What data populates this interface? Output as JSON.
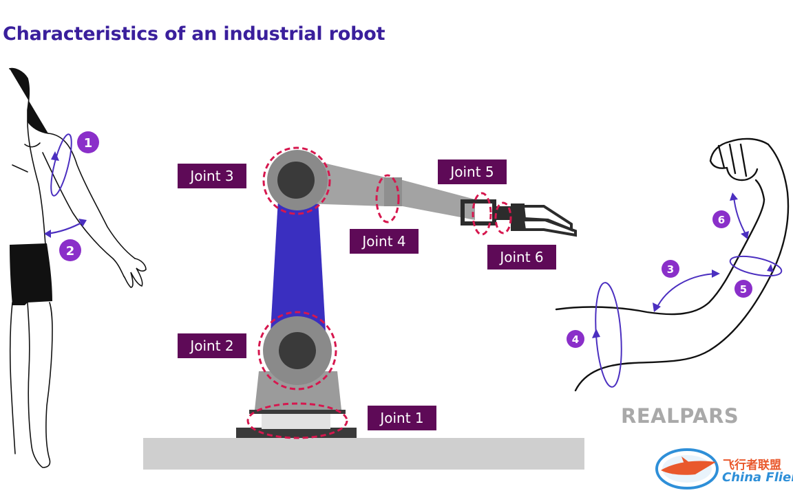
{
  "title": "Characteristics of an industrial robot",
  "robot_joints": [
    {
      "label": "Joint 1"
    },
    {
      "label": "Joint 2"
    },
    {
      "label": "Joint 3"
    },
    {
      "label": "Joint 4"
    },
    {
      "label": "Joint 5"
    },
    {
      "label": "Joint 6"
    }
  ],
  "body_badges": [
    "1",
    "2"
  ],
  "arm_badges": [
    "3",
    "4",
    "5",
    "6"
  ],
  "brand": "REALPARS",
  "watermark": {
    "cn": "飞行者联盟",
    "en": "China Flier"
  },
  "colors": {
    "title": "#3a1f9c",
    "label_bg": "#5e0a57",
    "badge": "#8a2fc9",
    "arrow": "#4b2fc0",
    "joint_ring": "#d6174e",
    "robot_link": "#3a2fc0",
    "robot_gray": "#9b9b9b"
  }
}
